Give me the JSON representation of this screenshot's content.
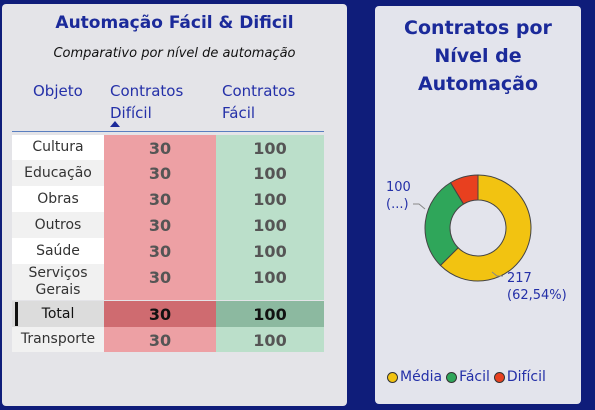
{
  "table": {
    "title": "Automação Fácil & Dificil",
    "subtitle": "Comparativo  por nível de automação",
    "headers": {
      "objeto": "Objeto",
      "dificil": [
        "Contratos",
        "Difícil"
      ],
      "facil": [
        "Contratos",
        "Fácil"
      ]
    },
    "rows": [
      {
        "objeto": [
          "Cultura"
        ],
        "dificil": "30",
        "facil": "100"
      },
      {
        "objeto": [
          "Educação"
        ],
        "dificil": "30",
        "facil": "100"
      },
      {
        "objeto": [
          "Obras"
        ],
        "dificil": "30",
        "facil": "100"
      },
      {
        "objeto": [
          "Outros"
        ],
        "dificil": "30",
        "facil": "100"
      },
      {
        "objeto": [
          "Saúde"
        ],
        "dificil": "30",
        "facil": "100"
      },
      {
        "objeto": [
          "Serviços",
          "Gerais"
        ],
        "dificil": "30",
        "facil": "100"
      }
    ],
    "total": {
      "objeto": [
        "Total"
      ],
      "dificil": "30",
      "facil": "100"
    },
    "after_total": [
      {
        "objeto": [
          "Transporte"
        ],
        "dificil": "30",
        "facil": "100"
      }
    ]
  },
  "chart_data": {
    "type": "pie",
    "title": "Contratos por Nível de Automação",
    "categories": [
      "Média",
      "Fácil",
      "Difícil"
    ],
    "values": [
      217,
      100,
      30
    ],
    "colors": [
      "#f2c311",
      "#2fa65a",
      "#e8401f"
    ],
    "labels": {
      "media": [
        "217",
        "(62,54%)"
      ],
      "facil": [
        "100",
        "(...)"
      ]
    },
    "legend_position": "bottom"
  }
}
